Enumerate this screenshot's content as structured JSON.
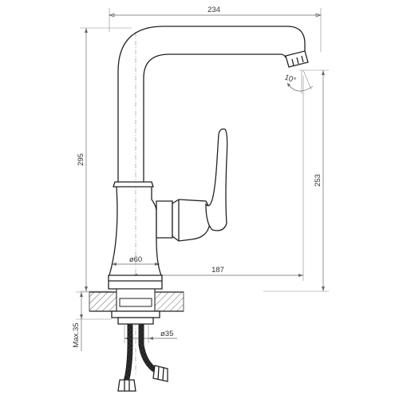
{
  "dimensions": {
    "overall_width": "234",
    "overall_height": "295",
    "spout_height": "253",
    "spout_reach": "187",
    "base_diameter": "ø60",
    "hole_diameter": "ø35",
    "max_thickness": "Max.35",
    "aerator_angle": "10°"
  },
  "colors": {
    "line": "#222222",
    "dimension": "#6a6a6a",
    "background": "#ffffff"
  }
}
